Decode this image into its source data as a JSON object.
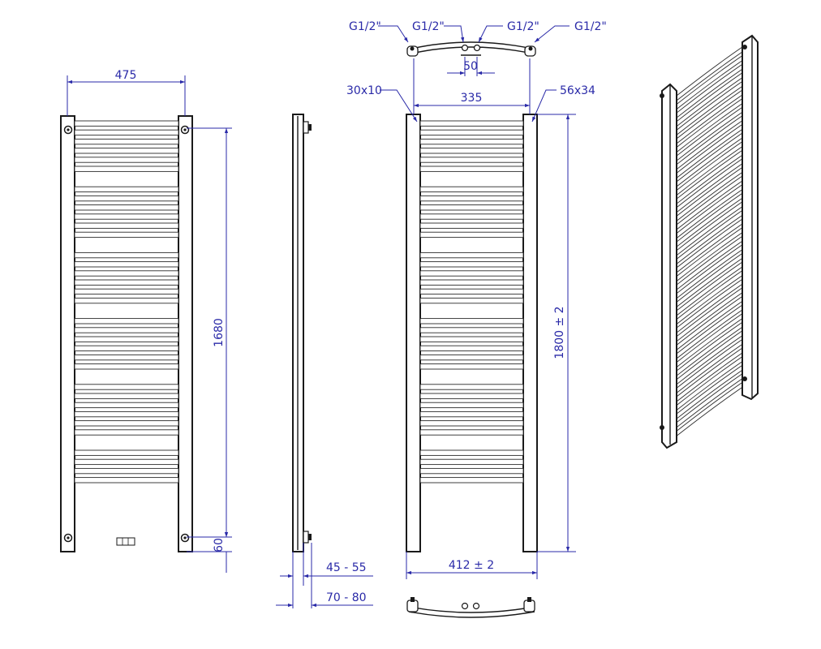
{
  "drawing": {
    "front": {
      "width": "475",
      "height": "1680",
      "offset": "60"
    },
    "side": {
      "depth_min": "45 - 55",
      "depth_max": "70 - 80"
    },
    "back": {
      "connections": [
        "G1/2\"",
        "G1/2\"",
        "G1/2\"",
        "G1/2\""
      ],
      "spacing": "50",
      "pipe_distance": "335",
      "bar_profile": "30x10",
      "post_profile": "56x34",
      "total_height": "1800 ± 2",
      "total_width": "412 ± 2"
    }
  },
  "colors": {
    "dimension": "#2a2aa8",
    "outline": "#1a1a1a"
  }
}
